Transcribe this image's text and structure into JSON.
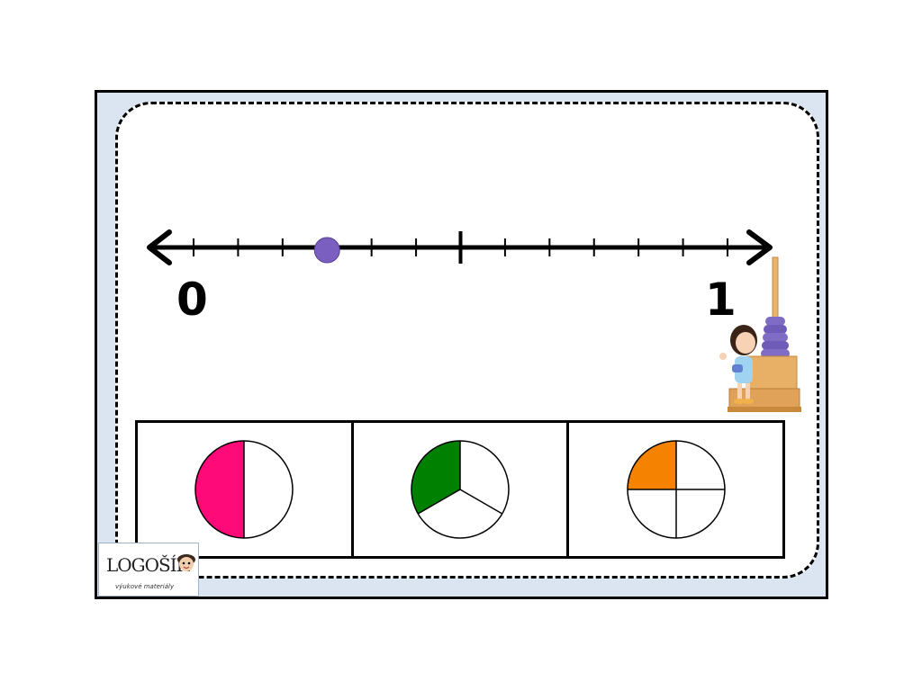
{
  "number_line": {
    "start_label": "0",
    "end_label": "1",
    "minor_divisions": 12,
    "point_value": 0.25,
    "point_color": "#7a5fc0"
  },
  "choices": [
    {
      "parts": 2,
      "shaded": 1,
      "color": "#ff0a78"
    },
    {
      "parts": 3,
      "shaded": 1,
      "color": "#008000"
    },
    {
      "parts": 4,
      "shaded": 1,
      "color": "#f58200"
    }
  ],
  "logo": {
    "name": "LOGOŠÍK",
    "tagline": "výukové materiály"
  },
  "colors": {
    "frame_background": "#dbe5f1",
    "line": "#000000"
  }
}
